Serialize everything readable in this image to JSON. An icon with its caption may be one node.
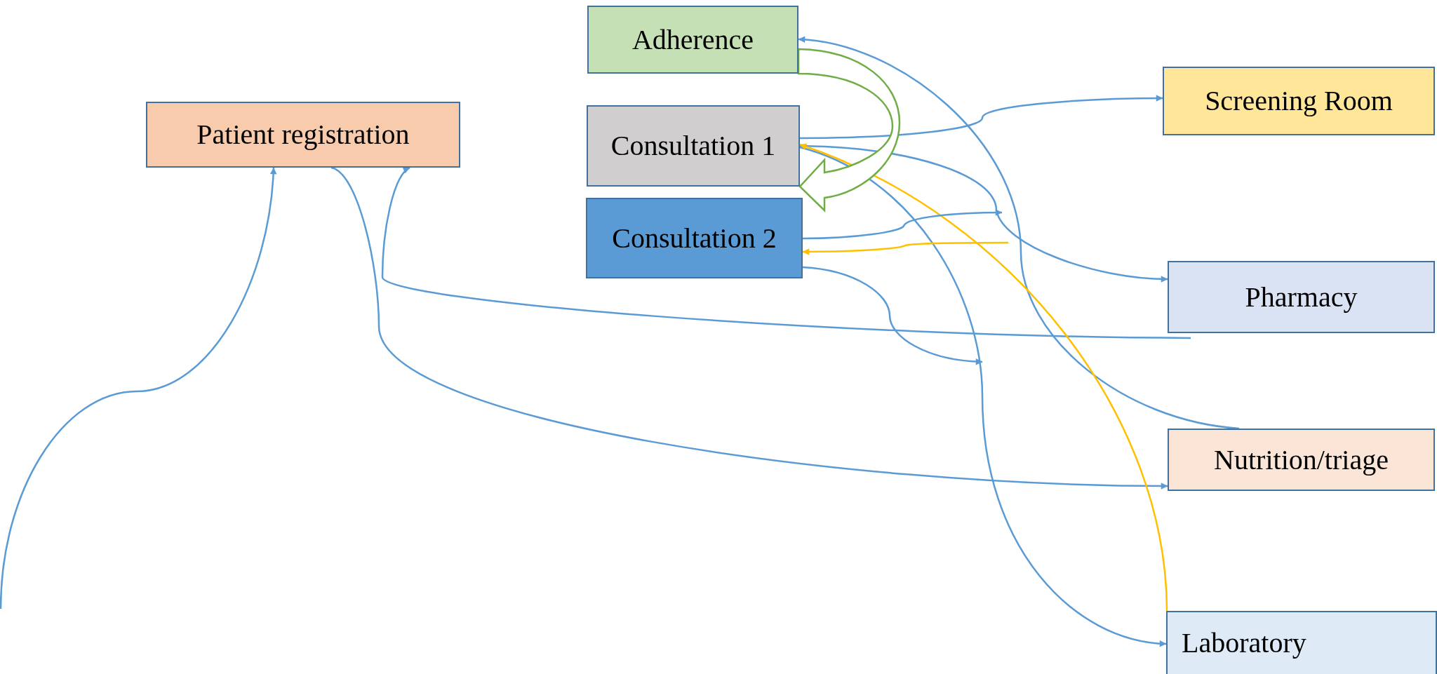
{
  "diagram": {
    "nodes": [
      {
        "text": [
          "Adherence"
        ]
      },
      {
        "text": [
          "Patient registration"
        ]
      },
      {
        "text": [
          "Consultation 1"
        ]
      },
      {
        "text": [
          "Screening Room"
        ]
      },
      {
        "text": [
          "Consultation 2"
        ]
      },
      {
        "text": [
          "Pharmacy"
        ]
      },
      {
        "text": [
          "Nutrition/triage"
        ]
      },
      {
        "text": [
          "Laboratory"
        ]
      }
    ],
    "edges": [
      {
        "from": null,
        "to": 1,
        "arrow": "to"
      },
      {
        "from": 1,
        "to": 6,
        "arrow": "to"
      },
      {
        "from": 5,
        "to": 1,
        "arrow": "to"
      },
      {
        "from": 2,
        "to": 3,
        "arrow": "to"
      },
      {
        "from": 6,
        "to": 0,
        "arrow": "to"
      },
      {
        "from": 2,
        "to": 5,
        "arrow": "to"
      },
      {
        "from": 2,
        "to": 7,
        "arrow": "to"
      },
      {
        "from": 7,
        "to": 2,
        "arrow": "to",
        "color": "#ffc000"
      },
      {
        "from": 4,
        "to": null,
        "arrow": "to"
      },
      {
        "from": null,
        "to": 4,
        "arrow": "to",
        "color": "#ffc000"
      },
      {
        "from": 4,
        "to": null,
        "arrow": "to"
      },
      {
        "from": 0,
        "to": 2,
        "arrow": "to",
        "style": "thick",
        "color": "#70ad47"
      }
    ]
  }
}
